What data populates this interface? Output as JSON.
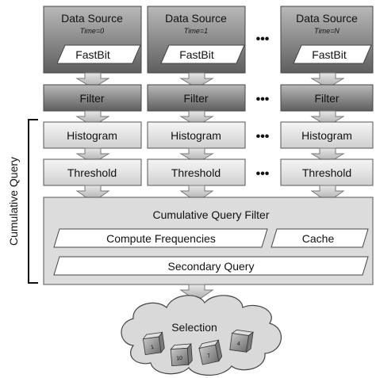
{
  "columns": [
    {
      "source_title": "Data Source",
      "source_time": "Time=0",
      "fastbit": "FastBit",
      "filter": "Filter",
      "histogram": "Histogram",
      "threshold": "Threshold"
    },
    {
      "source_title": "Data Source",
      "source_time": "Time=1",
      "fastbit": "FastBit",
      "filter": "Filter",
      "histogram": "Histogram",
      "threshold": "Threshold"
    },
    {
      "source_title": "Data Source",
      "source_time": "Time=N",
      "fastbit": "FastBit",
      "filter": "Filter",
      "histogram": "Histogram",
      "threshold": "Threshold"
    }
  ],
  "ellipsis": "•••",
  "cumulative_label": "Cumulative Query",
  "cq_filter": {
    "title": "Cumulative Query Filter",
    "compute": "Compute Frequencies",
    "cache": "Cache",
    "secondary": "Secondary Query"
  },
  "selection": {
    "title": "Selection",
    "cubes": [
      "1",
      "10",
      "7",
      "4"
    ]
  },
  "colors": {
    "box_dark": "#8a8a8a",
    "box_light": "#e6e6e6",
    "panel": "#dcdcdc",
    "arrow": "#c4c4c4",
    "cloud": "#d9d9d9"
  }
}
